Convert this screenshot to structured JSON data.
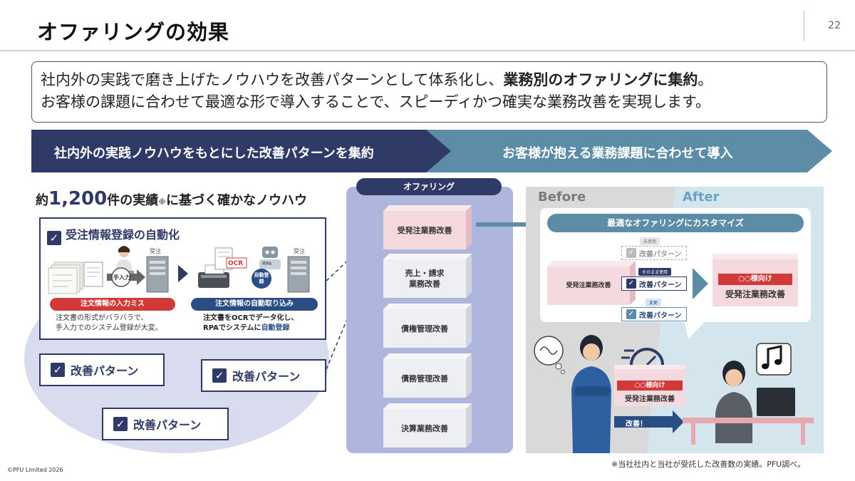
{
  "slide": {
    "title": "オファリングの効果",
    "page_number": "22",
    "copyright": "©PFU Limited 2026",
    "footnote": "※当社社内と当社が受託した改善数の実績。PFU調べ。"
  },
  "summary": {
    "line1_pre": "社内外の実践で磨き上げたノウハウを改善パターンとして体系化し、",
    "line1_bold": "業務別のオファリングに集約",
    "line1_post": "。",
    "line2": "お客様の課題に合わせて最適な形で導入することで、スピーディかつ確実な業務改善を実現します。"
  },
  "banners": {
    "left": "社内外の実践ノウハウをもとにした改善パターンを集約",
    "right": "お客様が抱える業務課題に合わせて導入"
  },
  "achievement": {
    "prefix": "約",
    "number": "1,200",
    "suffix": "件の実績",
    "note": "※",
    "tail": "に基づく確かなノウハウ"
  },
  "example": {
    "title": "受注情報登録の自動化",
    "order_label_1": "受注",
    "order_label_2": "受注",
    "manual_entry": "手入力",
    "ocr": "OCR",
    "rpa": "RPA",
    "auto_register": "自動登録",
    "manual_pill": "注文情報の入力ミス",
    "auto_pill": "注文情報の自動取り込み",
    "manual_desc_1": "注文書の形式がバラバラで、",
    "manual_desc_2": "手入力でのシステム登録が大変。",
    "auto_desc_1": "注文書をOCRでデータ化し、",
    "auto_desc_2_pre": "RPAでシステムに",
    "auto_desc_2_em": "自動登録"
  },
  "patterns": [
    "改善パターン",
    "改善パターン",
    "改善パターン"
  ],
  "offering": {
    "label": "オファリング",
    "items": [
      "受発注業務改善",
      "売上・請求\n業務改善",
      "債権管理改善",
      "債務管理改善",
      "決算業務改善"
    ]
  },
  "before_after": {
    "before": "Before",
    "after": "After",
    "customize": "最適なオファリングにカスタマイズ",
    "source_box": "受発注業務改善",
    "tag_unused": "未使用",
    "tag_as_is": "そのまま使用",
    "tag_changed": "変更",
    "pattern": "改善パターン",
    "target_tag": "○○様向け",
    "target_name": "受発注業務改善",
    "after_tag": "○○様向け",
    "after_name": "受発注業務改善",
    "improve": "改善！"
  },
  "colors": {
    "navy": "#2f3a67",
    "teal": "#5c8ca6",
    "red": "#d23a3a",
    "offer_bg": "#aeb6dd",
    "pink": "#f4d9de"
  }
}
